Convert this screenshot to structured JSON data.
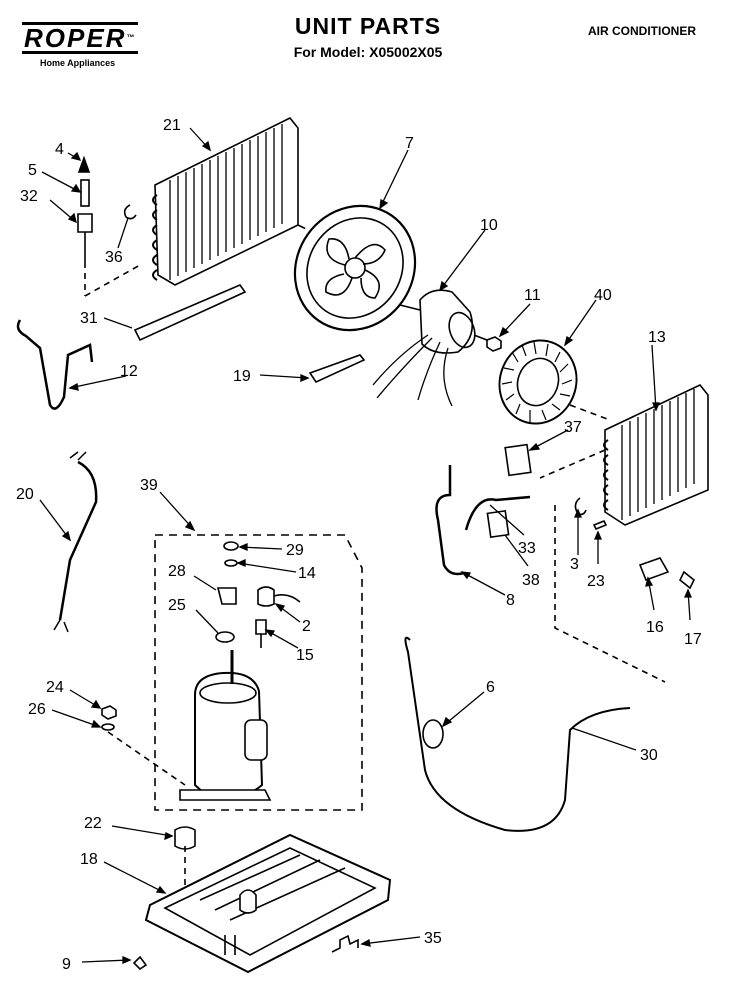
{
  "header": {
    "brand": "ROPER",
    "brand_tm": "™",
    "brand_sub": "Home Appliances",
    "title": "UNIT PARTS",
    "model_line": "For Model: X05002X05",
    "product": "AIR CONDITIONER"
  },
  "callouts": {
    "c4": "4",
    "c5": "5",
    "c32": "32",
    "c36": "36",
    "c21": "21",
    "c7": "7",
    "c10": "10",
    "c11": "11",
    "c40": "40",
    "c13": "13",
    "c31": "31",
    "c12": "12",
    "c19": "19",
    "c37": "37",
    "c20": "20",
    "c39": "39",
    "c29": "29",
    "c14": "14",
    "c28": "28",
    "c25": "25",
    "c2": "2",
    "c15": "15",
    "c33": "33",
    "c38": "38",
    "c3": "3",
    "c23": "23",
    "c8": "8",
    "c16": "16",
    "c17": "17",
    "c24": "24",
    "c26": "26",
    "c6": "6",
    "c30": "30",
    "c22": "22",
    "c18": "18",
    "c9": "9",
    "c35": "35"
  }
}
